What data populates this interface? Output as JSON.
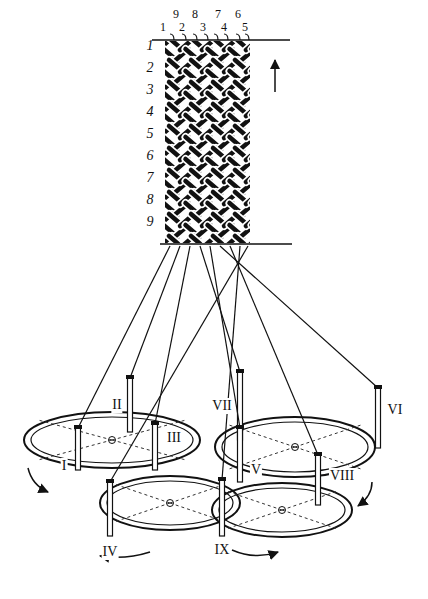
{
  "diagram": {
    "labels": [
      "9",
      "8",
      "7",
      "6",
      "1",
      "2",
      "3",
      "4",
      "5",
      "1",
      "2",
      "3",
      "4",
      "5",
      "6",
      "7",
      "8",
      "9",
      "II",
      "VII",
      "VI",
      "III",
      "I",
      "V",
      "VIII",
      "IX",
      "IV"
    ]
  }
}
